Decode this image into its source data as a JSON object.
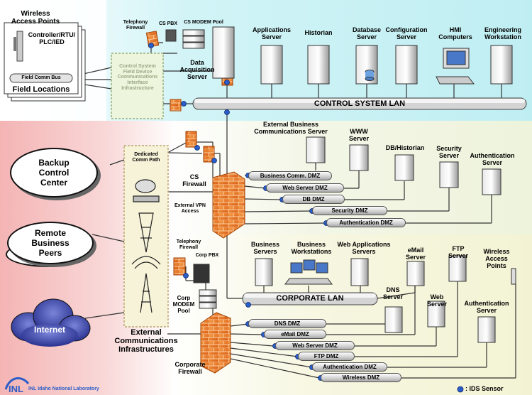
{
  "labels": {
    "wireless_ap_top": "Wireless\nAccess Points",
    "controller": "Controller/RTU/\nPLC/IED",
    "field_comm_bus": "Field Comm Bus",
    "field_locations": "Field Locations",
    "telephony_firewall_top": "Telephony\nFirewall",
    "cs_pbx": "CS PBX",
    "cs_modem_pool": "CS MODEM Pool",
    "cs_field_interface": "Control System\nField Device\nCommunications\nInterface\nInfrastructure",
    "data_acq_server": "Data\nAcquisition\nServer",
    "applications_server": "Applications\nServer",
    "historian": "Historian",
    "database_server": "Database\nServer",
    "configuration_server": "Configuration\nServer",
    "hmi_computers": "HMI\nComputers",
    "engineering_workstation": "Engineering\nWorkstation",
    "control_system_lan": "CONTROL SYSTEM LAN",
    "ext_business_comm_server": "External Business\nCommunications Server",
    "www_server": "WWW\nServer",
    "db_historian": "DB/Historian",
    "security_server": "Security\nServer",
    "authentication_server_top": "Authentication\nServer",
    "dedicated_comm_path": "Dedicated\nComm Path",
    "backup_control_center": "Backup\nControl\nCenter",
    "cs_firewall": "CS\nFirewall",
    "external_vpn_access": "External VPN\nAccess",
    "remote_business_peers": "Remote\nBusiness\nPeers",
    "internet": "Internet",
    "telephony_firewall_bottom": "Telephony\nFirewall",
    "corp_pbx": "Corp PBX",
    "corp_modem_pool": "Corp\nMODEM\nPool",
    "business_servers": "Business\nServers",
    "business_workstations": "Business\nWorkstations",
    "web_app_servers": "Web Applications\nServers",
    "email_server": "eMail\nServer",
    "ftp_server": "FTP\nServer",
    "wireless_ap_bottom": "Wireless\nAccess\nPoints",
    "dns_server": "DNS\nServer",
    "web_server": "Web\nServer",
    "authentication_server_bottom": "Authentication\nServer",
    "corporate_lan": "CORPORATE LAN",
    "external_comm_infra": "External\nCommunications\nInfrastructures",
    "corporate_firewall": "Corporate\nFirewall",
    "ids_sensor_legend": ": IDS Sensor",
    "inl_logo": "INL Idaho National Laboratory"
  },
  "cs_dmz": [
    "Business Comm. DMZ",
    "Web Server DMZ",
    "DB DMZ",
    "Security DMZ",
    "Authentication DMZ"
  ],
  "corp_dmz": [
    "DNS DMZ",
    "eMail DMZ",
    "Web Server DMZ",
    "FTP DMZ",
    "Authentication DMZ",
    "Wireless DMZ"
  ],
  "colors": {
    "cs_zone": "#ccf3f5",
    "dmz_zone": "#f3f6e4",
    "corp_zone": "#f6f6dc",
    "external_zone": "#f7c8c8",
    "firewall": "#f07a20",
    "ids_sensor": "#2a5dc8"
  }
}
